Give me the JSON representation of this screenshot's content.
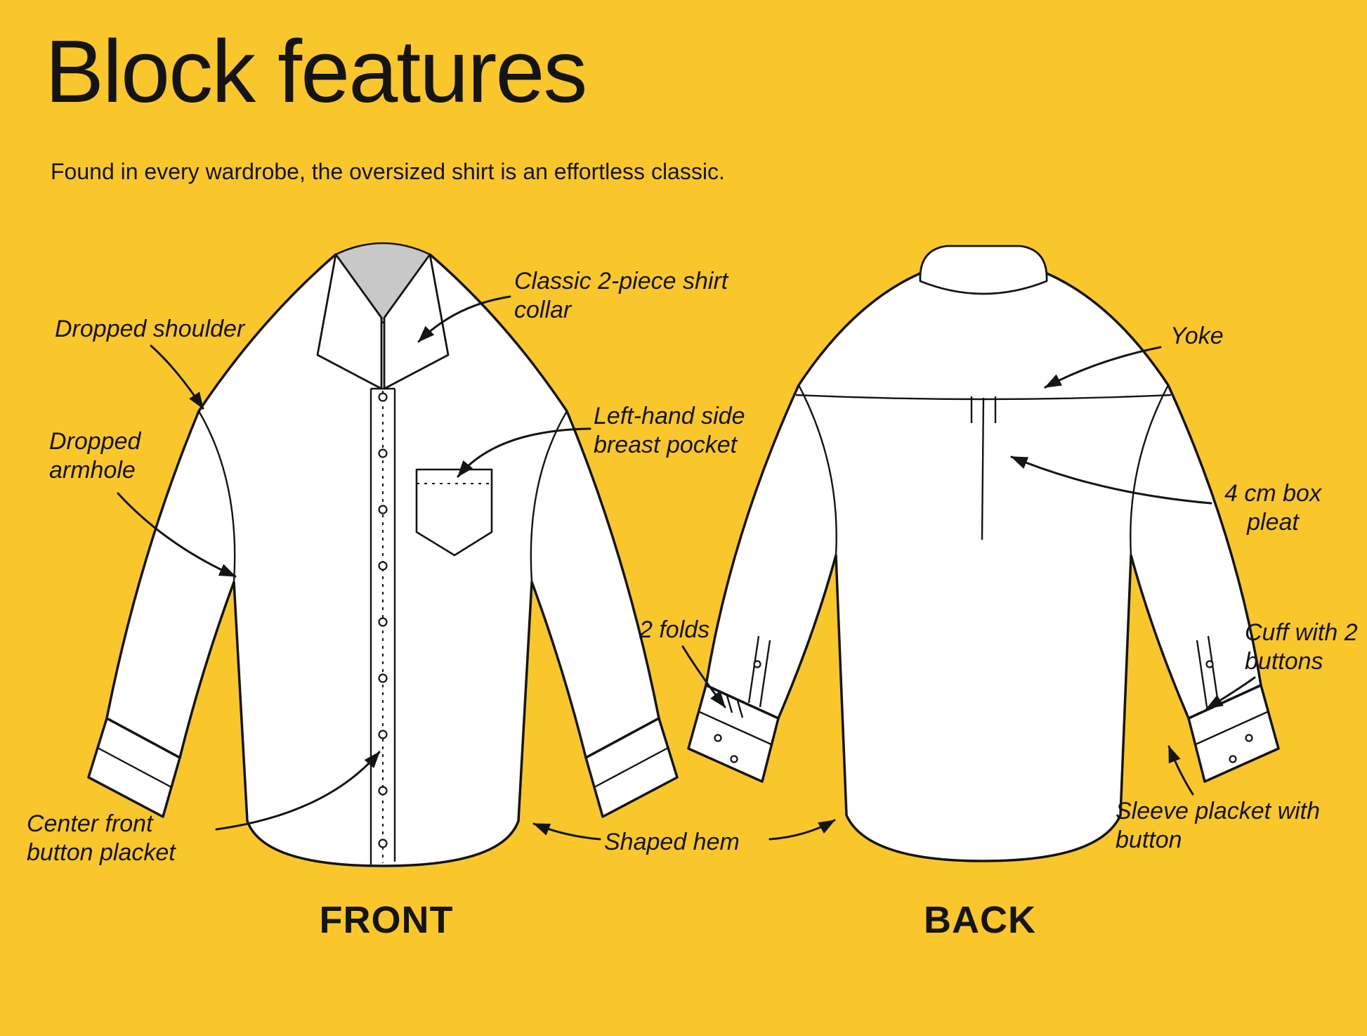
{
  "page": {
    "title": "Block features",
    "subtitle": "Found in every wardrobe, the oversized shirt is an effortless classic."
  },
  "colors": {
    "background": "#F9C62C",
    "line": "#141414",
    "shirt": "#FFFFFF",
    "collar_inner": "#C8C8C8"
  },
  "front": {
    "caption": "FRONT",
    "labels": {
      "dropped_shoulder": "Dropped shoulder",
      "collar": "Classic 2-piece shirt collar",
      "dropped_armhole": "Dropped armhole",
      "breast_pocket": "Left-hand side breast pocket",
      "button_placket": "Center front button placket"
    }
  },
  "back": {
    "caption": "BACK",
    "labels": {
      "yoke": "Yoke",
      "box_pleat": "4 cm box pleat",
      "folds": "2 folds",
      "cuff": "Cuff with 2 buttons",
      "sleeve_placket": "Sleeve placket with button"
    }
  },
  "shared": {
    "shaped_hem": "Shaped hem"
  }
}
